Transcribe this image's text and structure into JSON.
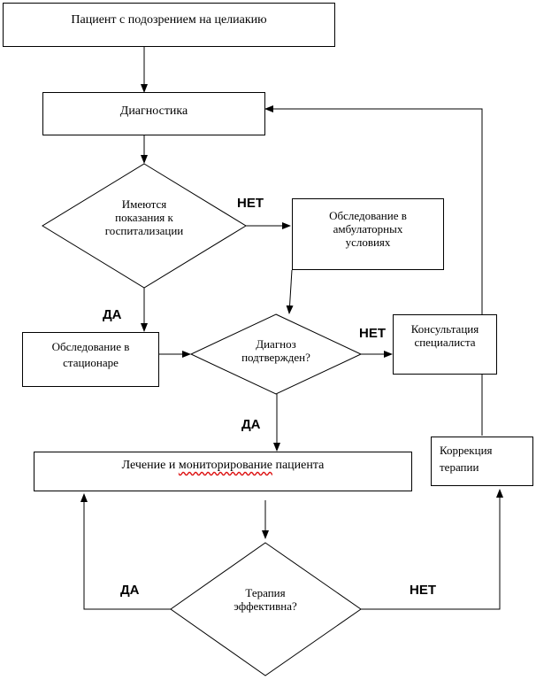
{
  "nodes": {
    "patient_suspected": "Пациент с подозрением на целиакию",
    "diagnostics": "Диагностика",
    "hospitalization_q": [
      "Имеются",
      "показания к",
      "госпитализации"
    ],
    "outpatient_exam": [
      "Обследование в",
      "амбулаторных",
      "условиях"
    ],
    "inpatient_exam": [
      "Обследование в",
      "стационаре"
    ],
    "diagnosis_confirmed_q": [
      "Диагноз",
      "подтвержден?"
    ],
    "specialist_consult": [
      "Консультация",
      "специалиста"
    ],
    "therapy_correction": [
      "Коррекция",
      "терапии"
    ],
    "treatment_prefix": "Лечение и ",
    "treatment_underlined": "мониторирование",
    "treatment_suffix": " пациента",
    "therapy_effective_q": [
      "Терапия",
      "эффективна?"
    ]
  },
  "edge_labels": {
    "hosp_no": "НЕТ",
    "hosp_yes": "ДА",
    "diag_no": "НЕТ",
    "diag_yes": "ДА",
    "therapy_yes": "ДА",
    "therapy_no": "НЕТ"
  }
}
